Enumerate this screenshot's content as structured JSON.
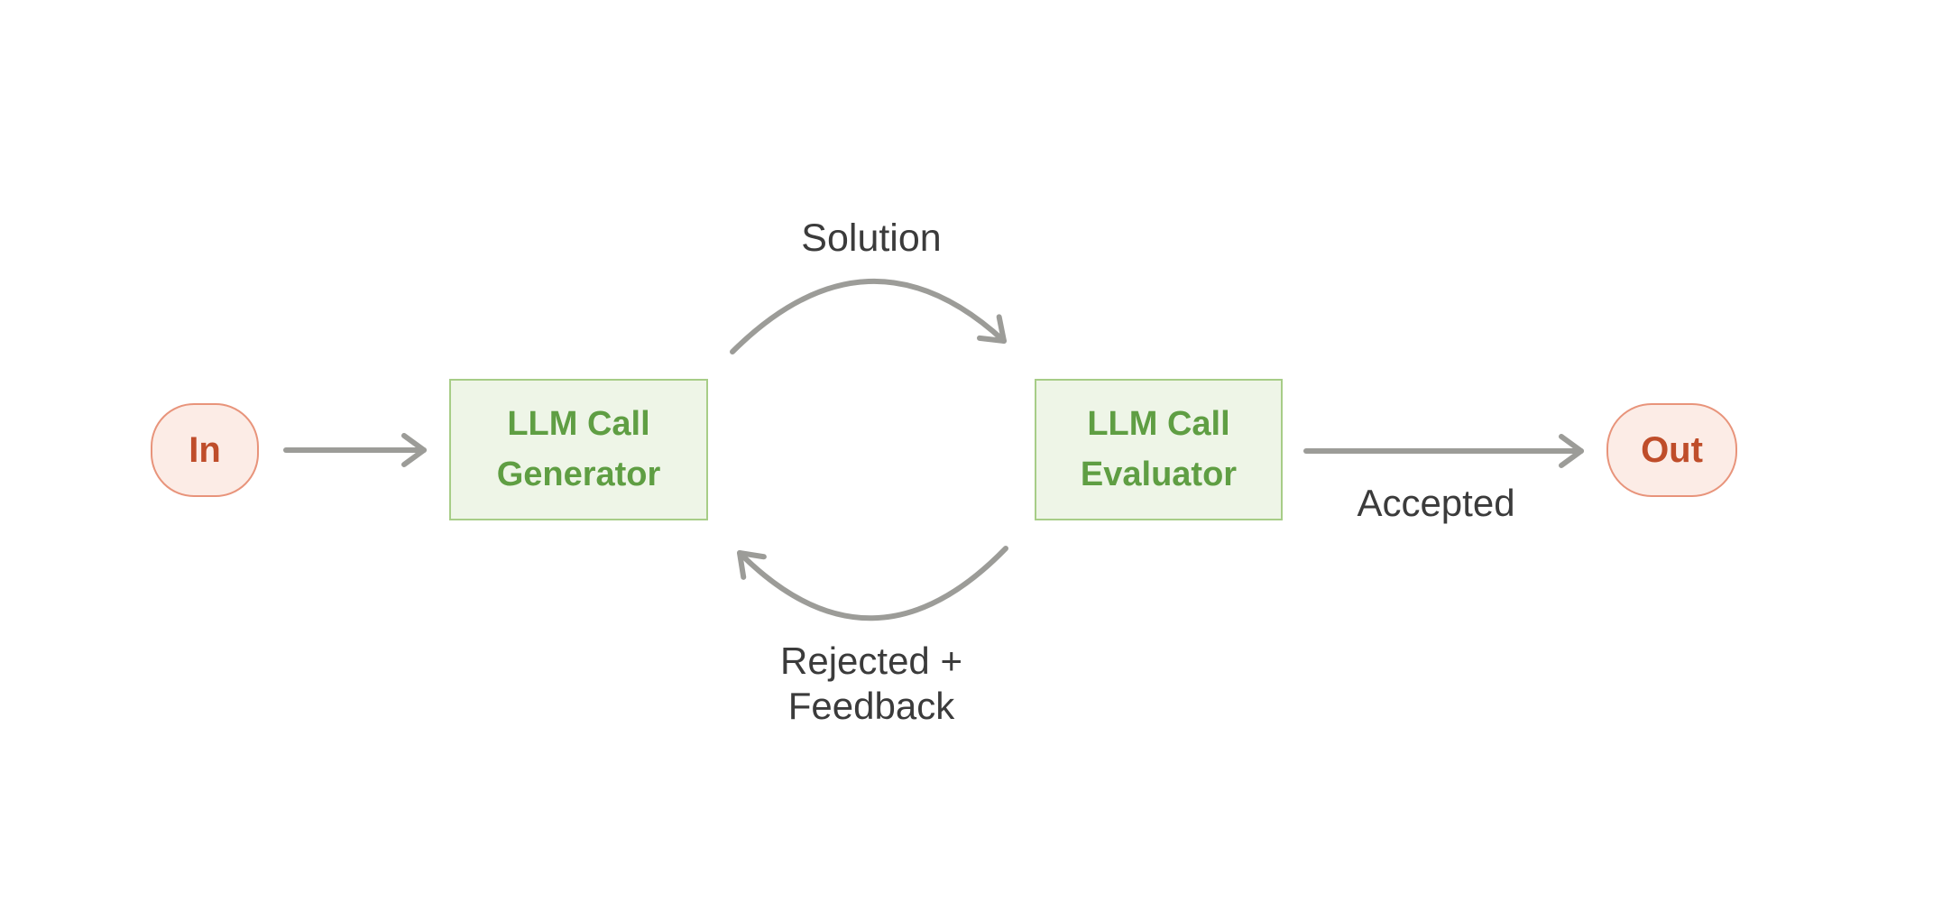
{
  "nodes": {
    "in": {
      "label": "In"
    },
    "generator": {
      "label": "LLM Call Generator"
    },
    "evaluator": {
      "label": "LLM Call Evaluator"
    },
    "out": {
      "label": "Out"
    }
  },
  "edge_labels": {
    "solution": "Solution",
    "accepted": "Accepted",
    "rejected_feedback": "Rejected + Feedback"
  },
  "colors": {
    "background": "#ffffff",
    "node_green_fill": "#eef5e7",
    "node_green_border": "#a7cd87",
    "node_green_text": "#5f9e43",
    "terminal_fill": "#fcece6",
    "terminal_border": "#e8947b",
    "terminal_text": "#bf4d2a",
    "arrow": "#9c9c98",
    "edge_label_text": "#3b3b3b"
  }
}
